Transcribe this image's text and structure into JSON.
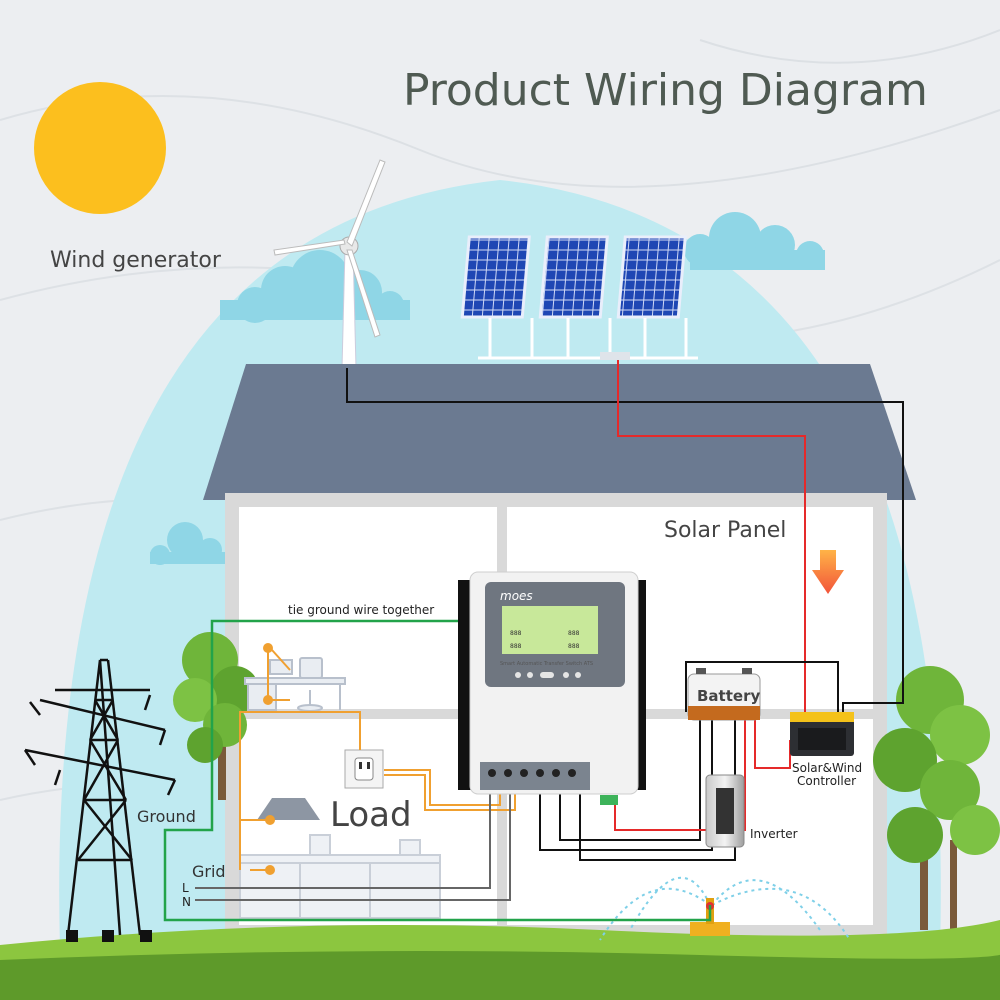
{
  "title": "Product Wiring Diagram",
  "labels": {
    "wind_generator": "Wind generator",
    "solar_panel": "Solar Panel",
    "tie_ground": "tie ground wire together",
    "battery": "Battery",
    "controller_line1": "Solar&Wind",
    "controller_line2": "Controller",
    "inverter": "Inverter",
    "load": "Load",
    "ground": "Ground",
    "grid": "Grid",
    "grid_l": "L",
    "grid_n": "N"
  },
  "device": {
    "brand": "moes",
    "subtitle": "Smart Automatic Transfer Switch ATS",
    "lcd_values": [
      "888",
      "888",
      "888",
      "888"
    ]
  },
  "colors": {
    "sky": "#bfeaf1",
    "roof": "#6b7a91",
    "sun": "#fcbf1e",
    "wire_red": "#e52a2a",
    "wire_black": "#111111",
    "wire_green": "#22a34a",
    "wire_orange": "#f0a030",
    "wire_gray": "#666666",
    "arrow": "#f26b3a"
  }
}
